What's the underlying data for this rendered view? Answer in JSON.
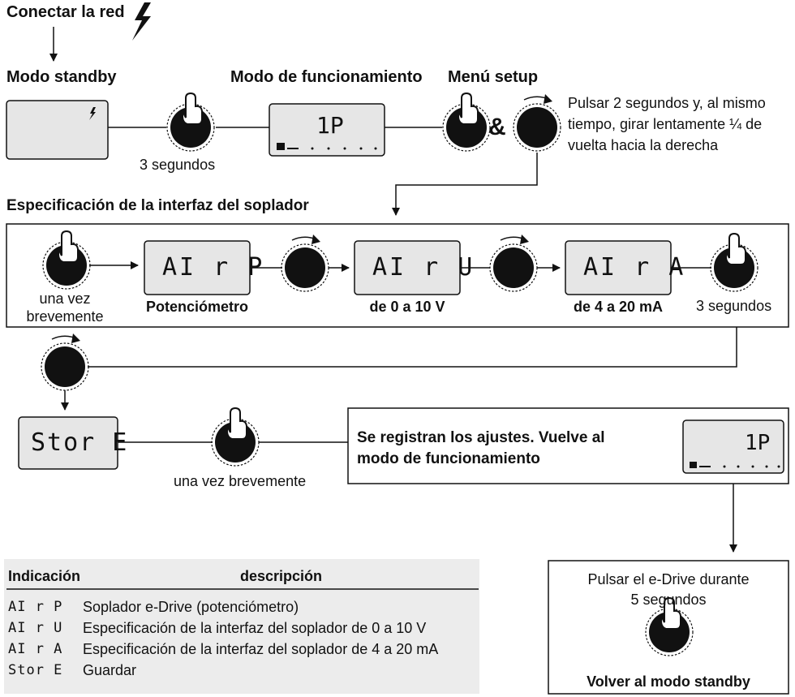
{
  "top": {
    "connect_label": "Conectar la red",
    "standby_title": "Modo standby",
    "operation_title": "Modo de funcionamiento",
    "setup_title": "Menú setup",
    "three_seconds": "3 segundos",
    "ampersand": "&",
    "setup_instruction": [
      "Pulsar 2 segundos y, al mismo",
      "tiempo, girar lentamente ¼ de",
      "vuelta hacia la derecha"
    ]
  },
  "section": {
    "title": "Especificación de la interfaz del soplador",
    "press_once": [
      "una vez",
      "brevemente"
    ],
    "three_seconds": "3 segundos",
    "options": [
      {
        "display": "AI r P",
        "label": "Potenciómetro"
      },
      {
        "display": "AI r U",
        "label": "de 0 a 10 V"
      },
      {
        "display": "AI r A",
        "label": "de 4 a 20 mA"
      }
    ]
  },
  "store": {
    "display": "Stor E",
    "press_label": "una vez brevemente",
    "message_lines": [
      "Se registran los ajustes. Vuelve al",
      "modo de funcionamiento"
    ],
    "lcd_value": "1P"
  },
  "standby_box": {
    "line1": "Pulsar el e-Drive durante",
    "line2": "5 segundos",
    "footer": "Volver al modo standby"
  },
  "legend": {
    "header_code": "Indicación",
    "header_desc": "descripción",
    "rows": [
      {
        "code": "AI r P",
        "desc": "Soplador e-Drive (potenciómetro)"
      },
      {
        "code": "AI r U",
        "desc": "Especificación de la interfaz del soplador de 0 a 10 V"
      },
      {
        "code": "AI r A",
        "desc": "Especificación de la interfaz del soplador de 4 a 20 mA"
      },
      {
        "code": "Stor E",
        "desc": "Guardar"
      }
    ]
  },
  "lcd_main_value": "1P",
  "colors": {
    "lcd_bg": "#e6e6e6",
    "legend_bg": "#ececec",
    "line": "#111111"
  }
}
